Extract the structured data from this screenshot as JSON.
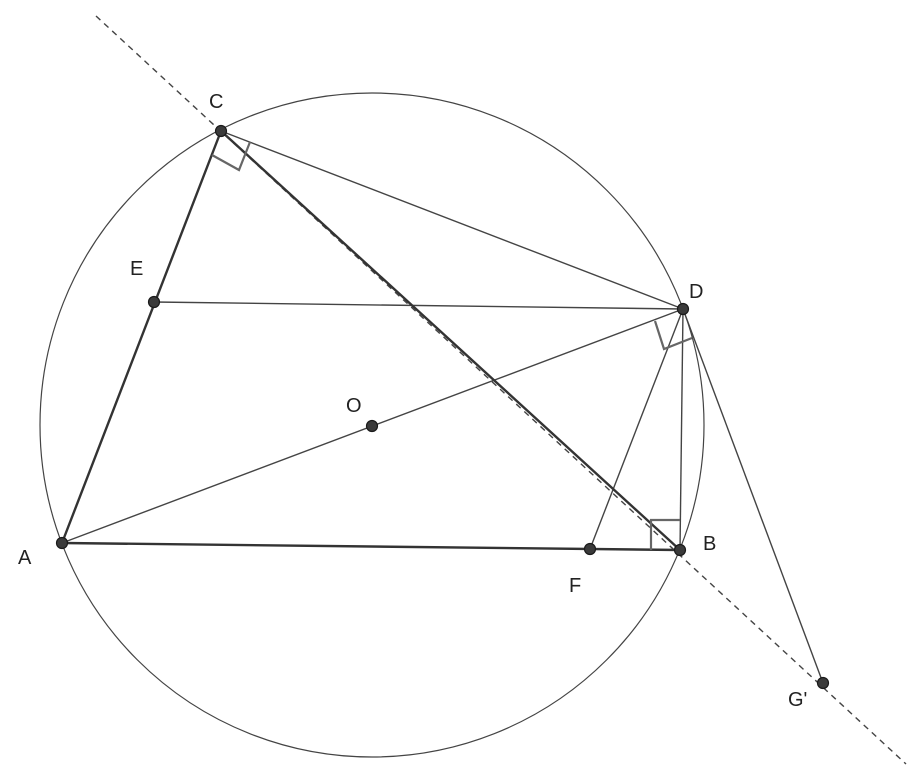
{
  "figure": {
    "points": {
      "A": "A",
      "B": "B",
      "C": "C",
      "D": "D",
      "E": "E",
      "F": "F",
      "O": "O",
      "G": "G'"
    }
  }
}
